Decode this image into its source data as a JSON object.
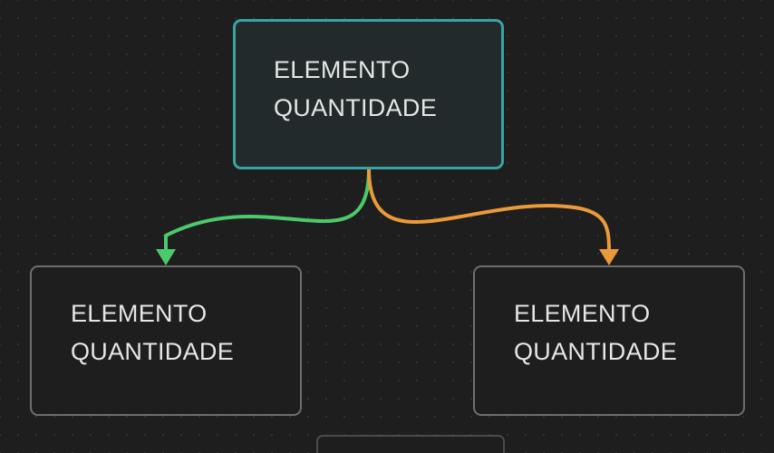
{
  "diagram": {
    "nodes": {
      "root": {
        "line1": "ELEMENTO",
        "line2": "QUANTIDADE",
        "border_color": "#3aa3a3"
      },
      "left": {
        "line1": "ELEMENTO",
        "line2": "QUANTIDADE",
        "border_color": "#6e6e6e"
      },
      "right": {
        "line1": "ELEMENTO",
        "line2": "QUANTIDADE",
        "border_color": "#6e6e6e"
      }
    },
    "edges": [
      {
        "from": "root",
        "to": "left",
        "color": "#4cc96a"
      },
      {
        "from": "root",
        "to": "right",
        "color": "#ea9a3a"
      }
    ],
    "background_color": "#1e1e1e"
  }
}
